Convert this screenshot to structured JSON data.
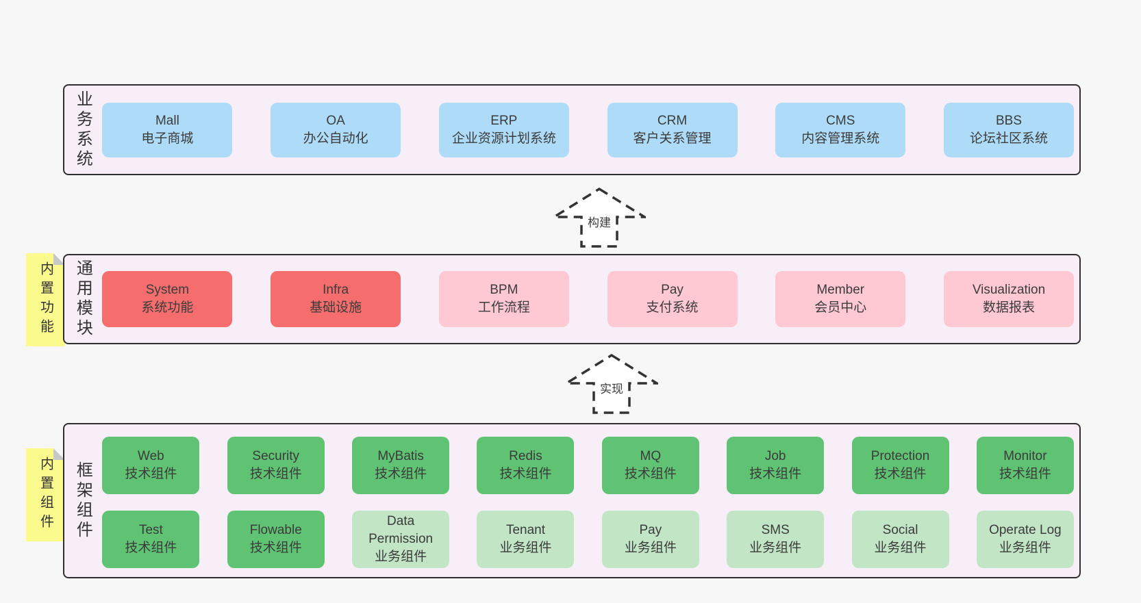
{
  "colors": {
    "page_bg": "#f7f7f7",
    "panel_bg": "#f8eef7",
    "panel_border": "#2f2f2f",
    "blue": "#aedcf8",
    "red": "#f56d6d",
    "pink": "#fec9d3",
    "green": "#5fc373",
    "light_green": "#c2e5c6",
    "sticky_yellow": "#fbfa8d",
    "fold_gray": "#c8c8c8",
    "text": "#3b3b3b"
  },
  "arrows": [
    {
      "label": "构建"
    },
    {
      "label": "实现"
    }
  ],
  "layers": [
    {
      "side_label": "业务系统",
      "boxes": [
        {
          "title": "Mall",
          "subtitle": "电子商城"
        },
        {
          "title": "OA",
          "subtitle": "办公自动化"
        },
        {
          "title": "ERP",
          "subtitle": "企业资源计划系统"
        },
        {
          "title": "CRM",
          "subtitle": "客户关系管理"
        },
        {
          "title": "CMS",
          "subtitle": "内容管理系统"
        },
        {
          "title": "BBS",
          "subtitle": "论坛社区系统"
        }
      ]
    },
    {
      "side_label": "通用模块",
      "sticky_label": "内置功能",
      "boxes": [
        {
          "title": "System",
          "subtitle": "系统功能"
        },
        {
          "title": "Infra",
          "subtitle": "基础设施"
        },
        {
          "title": "BPM",
          "subtitle": "工作流程"
        },
        {
          "title": "Pay",
          "subtitle": "支付系统"
        },
        {
          "title": "Member",
          "subtitle": "会员中心"
        },
        {
          "title": "Visualization",
          "subtitle": "数据报表"
        }
      ]
    },
    {
      "side_label": "框架组件",
      "sticky_label": "内置组件",
      "rows": [
        [
          {
            "title": "Web",
            "subtitle": "技术组件"
          },
          {
            "title": "Security",
            "subtitle": "技术组件"
          },
          {
            "title": "MyBatis",
            "subtitle": "技术组件"
          },
          {
            "title": "Redis",
            "subtitle": "技术组件"
          },
          {
            "title": "MQ",
            "subtitle": "技术组件"
          },
          {
            "title": "Job",
            "subtitle": "技术组件"
          },
          {
            "title": "Protection",
            "subtitle": "技术组件"
          },
          {
            "title": "Monitor",
            "subtitle": "技术组件"
          }
        ],
        [
          {
            "title": "Test",
            "subtitle": "技术组件"
          },
          {
            "title": "Flowable",
            "subtitle": "技术组件"
          },
          {
            "title": "Data Permission",
            "subtitle": "业务组件"
          },
          {
            "title": "Tenant",
            "subtitle": "业务组件"
          },
          {
            "title": "Pay",
            "subtitle": "业务组件"
          },
          {
            "title": "SMS",
            "subtitle": "业务组件"
          },
          {
            "title": "Social",
            "subtitle": "业务组件"
          },
          {
            "title": "Operate Log",
            "subtitle": "业务组件"
          }
        ]
      ]
    }
  ]
}
